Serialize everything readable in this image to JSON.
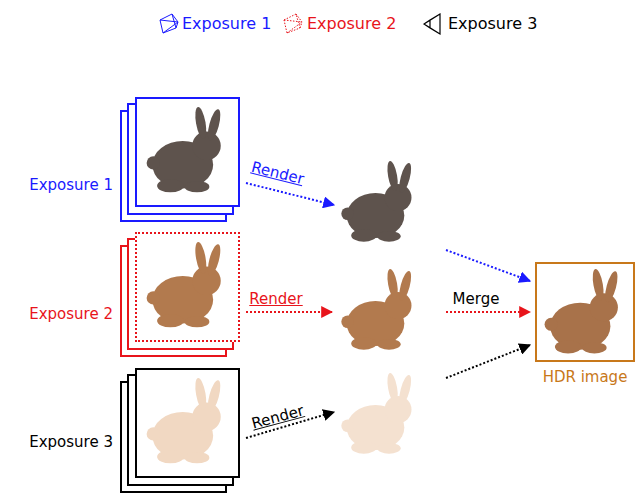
{
  "diagram": {
    "nodes": [
      {
        "text": [
          "Exposure 1"
        ]
      },
      {
        "text": [
          "Exposure 2"
        ]
      },
      {
        "text": [
          "Exposure 3"
        ]
      },
      {
        "text": [
          "HDR image"
        ]
      }
    ],
    "labels": [
      "Render",
      "Render",
      "Merge",
      "Render"
    ],
    "legend": [
      {
        "text": "Exposure 1"
      },
      {
        "text": "Exposure 2"
      },
      {
        "text": "Exposure 3"
      }
    ]
  }
}
